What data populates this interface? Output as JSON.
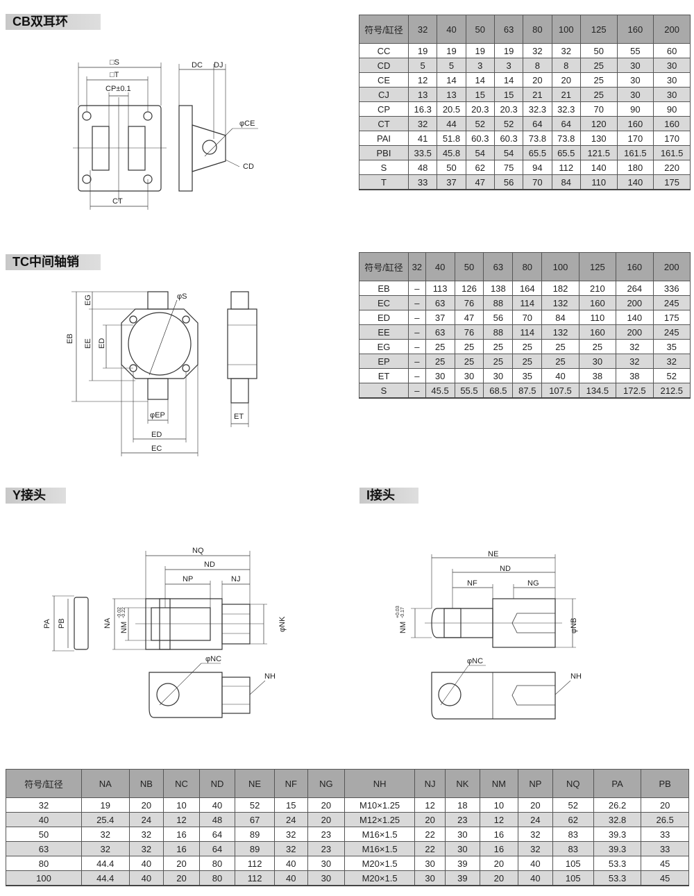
{
  "sections": {
    "cb": "CB双耳环",
    "tc": "TC中间轴销",
    "y": "Y接头",
    "i": "I接头"
  },
  "cb_labels": {
    "S": "□S",
    "T": "□T",
    "CP": "CP±0.1",
    "CT": "CT",
    "DC": "DC",
    "DJ": "DJ",
    "CE": "φCE",
    "CD": "CD"
  },
  "tc_labels": {
    "EB": "EB",
    "EG": "EG",
    "EE": "EE",
    "ED": "ED",
    "S": "φS",
    "EP": "φEP",
    "ED2": "ED",
    "EC": "EC",
    "ET": "ET"
  },
  "y_labels": {
    "NQ": "NQ",
    "ND": "ND",
    "NP": "NP",
    "NJ": "NJ",
    "NA": "NA",
    "NM": "NM",
    "NM_tol_upper": "-0.02",
    "NM_tol_lower": "-0.22",
    "NK": "φNK",
    "PA": "PA",
    "PB": "PB",
    "NC": "φNC",
    "NH": "NH"
  },
  "i_labels": {
    "NE": "NE",
    "ND": "ND",
    "NF": "NF",
    "NG": "NG",
    "NM": "NM",
    "NM_tol_upper": "+0.03",
    "NM_tol_lower": "-0.17",
    "NB": "φNB",
    "NC": "φNC",
    "NH": "NH"
  },
  "cb_table": {
    "header": [
      "符号/缸径",
      "32",
      "40",
      "50",
      "63",
      "80",
      "100",
      "125",
      "160",
      "200"
    ],
    "rows": [
      [
        "CC",
        "19",
        "19",
        "19",
        "19",
        "32",
        "32",
        "50",
        "55",
        "60"
      ],
      [
        "CD",
        "5",
        "5",
        "3",
        "3",
        "8",
        "8",
        "25",
        "30",
        "30"
      ],
      [
        "CE",
        "12",
        "14",
        "14",
        "14",
        "20",
        "20",
        "25",
        "30",
        "30"
      ],
      [
        "CJ",
        "13",
        "13",
        "15",
        "15",
        "21",
        "21",
        "25",
        "30",
        "30"
      ],
      [
        "CP",
        "16.3",
        "20.5",
        "20.3",
        "20.3",
        "32.3",
        "32.3",
        "70",
        "90",
        "90"
      ],
      [
        "CT",
        "32",
        "44",
        "52",
        "52",
        "64",
        "64",
        "120",
        "160",
        "160"
      ],
      [
        "PAI",
        "41",
        "51.8",
        "60.3",
        "60.3",
        "73.8",
        "73.8",
        "130",
        "170",
        "170"
      ],
      [
        "PBI",
        "33.5",
        "45.8",
        "54",
        "54",
        "65.5",
        "65.5",
        "121.5",
        "161.5",
        "161.5"
      ],
      [
        "S",
        "48",
        "50",
        "62",
        "75",
        "94",
        "112",
        "140",
        "180",
        "220"
      ],
      [
        "T",
        "33",
        "37",
        "47",
        "56",
        "70",
        "84",
        "110",
        "140",
        "175"
      ]
    ]
  },
  "tc_table": {
    "header": [
      "符号/缸径",
      "32",
      "40",
      "50",
      "63",
      "80",
      "100",
      "125",
      "160",
      "200"
    ],
    "rows": [
      [
        "EB",
        "–",
        "113",
        "126",
        "138",
        "164",
        "182",
        "210",
        "264",
        "336"
      ],
      [
        "EC",
        "–",
        "63",
        "76",
        "88",
        "114",
        "132",
        "160",
        "200",
        "245"
      ],
      [
        "ED",
        "–",
        "37",
        "47",
        "56",
        "70",
        "84",
        "110",
        "140",
        "175"
      ],
      [
        "EE",
        "–",
        "63",
        "76",
        "88",
        "114",
        "132",
        "160",
        "200",
        "245"
      ],
      [
        "EG",
        "–",
        "25",
        "25",
        "25",
        "25",
        "25",
        "25",
        "32",
        "35"
      ],
      [
        "EP",
        "–",
        "25",
        "25",
        "25",
        "25",
        "25",
        "30",
        "32",
        "32"
      ],
      [
        "ET",
        "–",
        "30",
        "30",
        "30",
        "35",
        "40",
        "38",
        "38",
        "52"
      ],
      [
        "S",
        "–",
        "45.5",
        "55.5",
        "68.5",
        "87.5",
        "107.5",
        "134.5",
        "172.5",
        "212.5"
      ]
    ]
  },
  "joint_table": {
    "header": [
      "符号/缸径",
      "NA",
      "NB",
      "NC",
      "ND",
      "NE",
      "NF",
      "NG",
      "NH",
      "NJ",
      "NK",
      "NM",
      "NP",
      "NQ",
      "PA",
      "PB"
    ],
    "rows": [
      [
        "32",
        "19",
        "20",
        "10",
        "40",
        "52",
        "15",
        "20",
        "M10×1.25",
        "12",
        "18",
        "10",
        "20",
        "52",
        "26.2",
        "20"
      ],
      [
        "40",
        "25.4",
        "24",
        "12",
        "48",
        "67",
        "24",
        "20",
        "M12×1.25",
        "20",
        "23",
        "12",
        "24",
        "62",
        "32.8",
        "26.5"
      ],
      [
        "50",
        "32",
        "32",
        "16",
        "64",
        "89",
        "32",
        "23",
        "M16×1.5",
        "22",
        "30",
        "16",
        "32",
        "83",
        "39.3",
        "33"
      ],
      [
        "63",
        "32",
        "32",
        "16",
        "64",
        "89",
        "32",
        "23",
        "M16×1.5",
        "22",
        "30",
        "16",
        "32",
        "83",
        "39.3",
        "33"
      ],
      [
        "80",
        "44.4",
        "40",
        "20",
        "80",
        "112",
        "40",
        "30",
        "M20×1.5",
        "30",
        "39",
        "20",
        "40",
        "105",
        "53.3",
        "45"
      ],
      [
        "100",
        "44.4",
        "40",
        "20",
        "80",
        "112",
        "40",
        "30",
        "M20×1.5",
        "30",
        "39",
        "20",
        "40",
        "105",
        "53.3",
        "45"
      ]
    ]
  }
}
